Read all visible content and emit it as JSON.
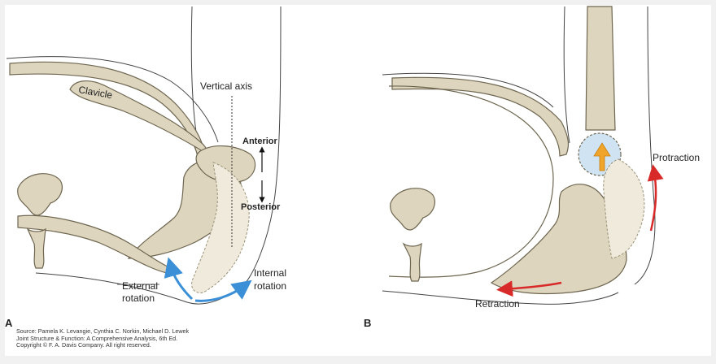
{
  "panel_a": {
    "letter": "A",
    "labels": {
      "clavicle": "Clavicle",
      "vertical_axis": "Vertical axis",
      "anterior": "Anterior",
      "posterior": "Posterior",
      "external_rotation": [
        "External",
        "rotation"
      ],
      "internal_rotation": [
        "Internal",
        "rotation"
      ]
    }
  },
  "panel_b": {
    "letter": "B",
    "labels": {
      "protraction": "Protraction",
      "retraction": "Retraction"
    }
  },
  "source": {
    "line1": "Source: Pamela K. Levangie, Cynthia C. Norkin, Michael D. Lewek",
    "line2": "Joint Structure & Function: A Comprehensive Analysis, 6th Ed.",
    "line3": "Copyright © F. A. Davis Company. All right reserved."
  },
  "colors": {
    "background": "#f1f1f1",
    "panel": "#ffffff",
    "bone_fill": "#ddd5bd",
    "bone_outline": "#6e6650",
    "rotation_arrow": "#3a8fd6",
    "scapula_arrow": "#d92a2a",
    "translation_arrow": "#f0a52a",
    "joint_highlight": "#cfe3f2"
  }
}
